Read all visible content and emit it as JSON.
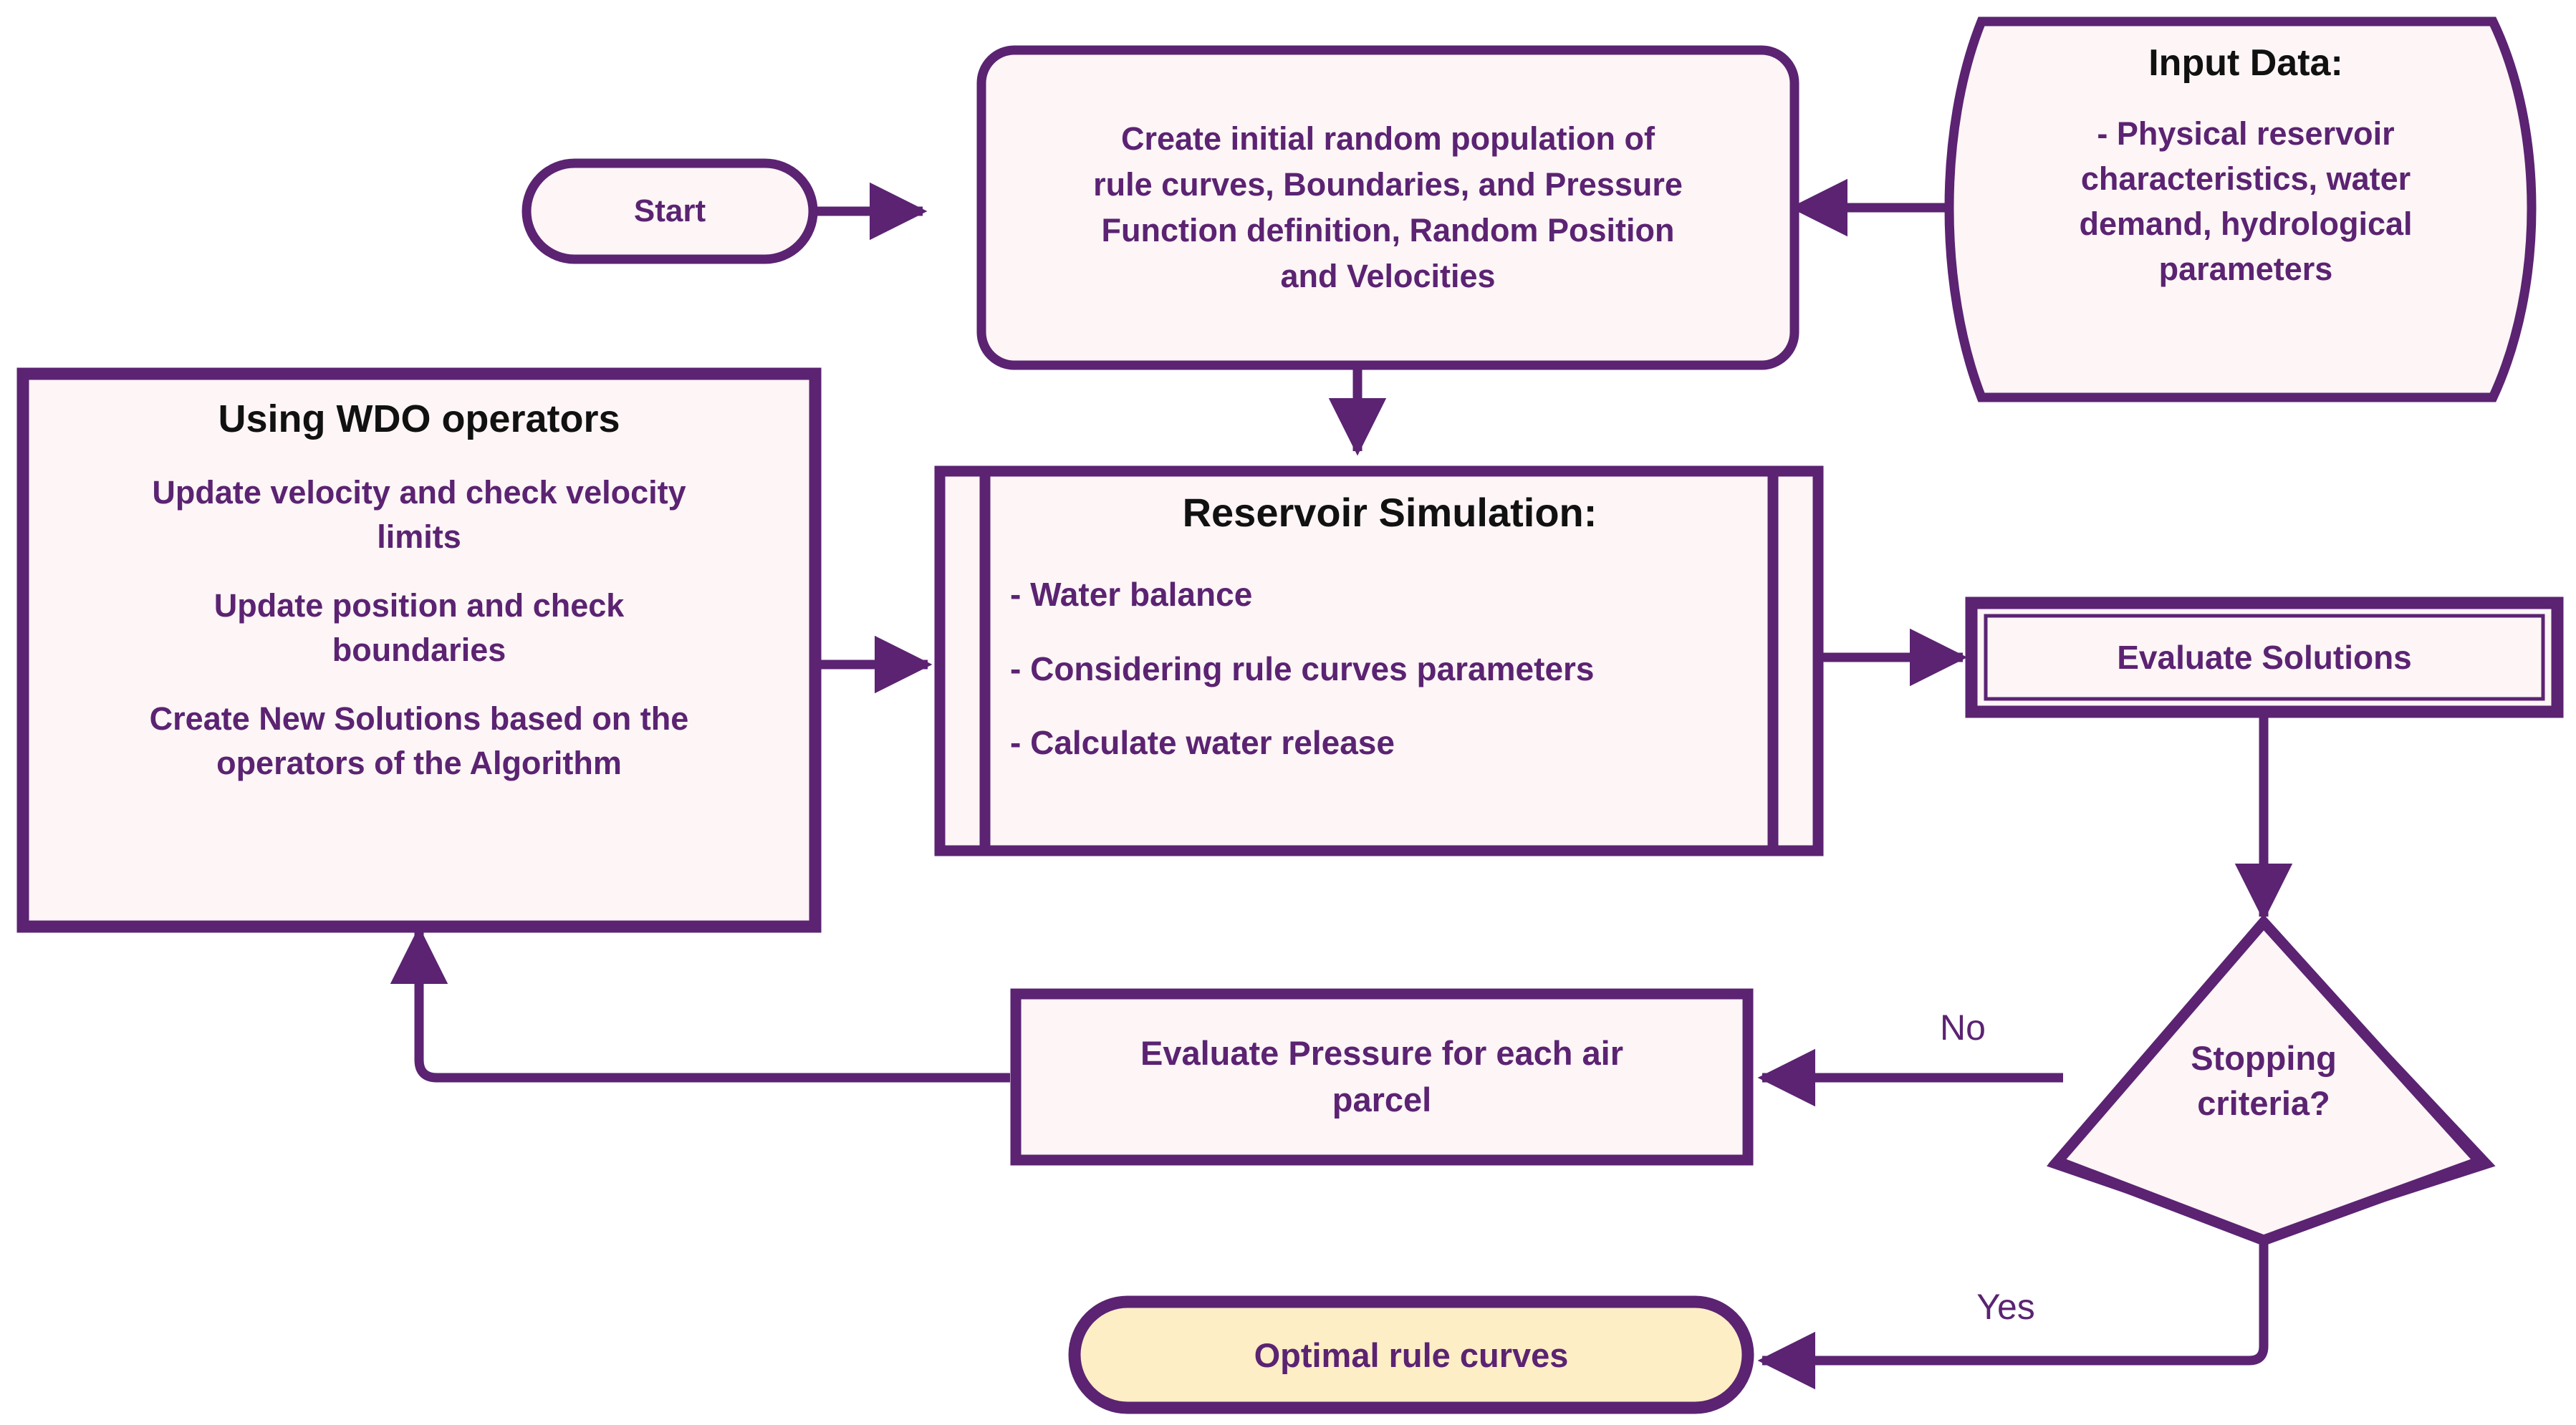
{
  "diagram": {
    "title": "WDO reservoir rule-curve optimization flowchart",
    "colors": {
      "stroke": "#5b2372",
      "fill_light": "#fdf5f6",
      "fill_accent": "#fdeec6",
      "title_text": "#111111",
      "body_text": "#5b2372",
      "background": "#ffffff"
    }
  },
  "nodes": {
    "start": {
      "label": "Start",
      "shape": "terminator"
    },
    "init": {
      "shape": "process-rounded",
      "lines": [
        "Create initial random population of",
        "rule curves, Boundaries, and Pressure",
        "Function definition, Random Position",
        "and Velocities"
      ]
    },
    "input_data": {
      "shape": "tape",
      "title": "Input Data:",
      "lines": [
        "- Physical reservoir",
        "characteristics, water",
        "demand, hydrological",
        "parameters"
      ]
    },
    "wdo": {
      "shape": "process",
      "title": "Using WDO operators",
      "paragraphs": [
        [
          "Update velocity and check velocity",
          "limits"
        ],
        [
          "Update position and check",
          "boundaries"
        ],
        [
          "Create New Solutions based on the",
          "operators of the Algorithm"
        ]
      ]
    },
    "reservoir": {
      "shape": "predefined-process",
      "title": "Reservoir Simulation:",
      "items": [
        "- Water balance",
        "- Considering rule curves parameters",
        "- Calculate water release"
      ]
    },
    "evaluate_solutions": {
      "label": "Evaluate Solutions",
      "shape": "process-double"
    },
    "stopping": {
      "label_lines": [
        "Stopping",
        "criteria?"
      ],
      "shape": "decision"
    },
    "evaluate_pressure": {
      "shape": "process",
      "lines": [
        "Evaluate Pressure for each air",
        "parcel"
      ]
    },
    "optimal": {
      "label": "Optimal rule curves",
      "shape": "terminator-accent"
    }
  },
  "edges": [
    {
      "name": "start-to-init",
      "from": "start",
      "to": "init",
      "label": ""
    },
    {
      "name": "input-to-init",
      "from": "input_data",
      "to": "init",
      "label": ""
    },
    {
      "name": "init-to-reservoir",
      "from": "init",
      "to": "reservoir",
      "label": ""
    },
    {
      "name": "wdo-to-reservoir",
      "from": "wdo",
      "to": "reservoir",
      "label": ""
    },
    {
      "name": "reservoir-to-evaluate",
      "from": "reservoir",
      "to": "evaluate_solutions",
      "label": ""
    },
    {
      "name": "evaluate-to-stopping",
      "from": "evaluate_solutions",
      "to": "stopping",
      "label": ""
    },
    {
      "name": "stopping-no",
      "from": "stopping",
      "to": "evaluate_pressure",
      "label": "No"
    },
    {
      "name": "stopping-yes",
      "from": "stopping",
      "to": "optimal",
      "label": "Yes"
    },
    {
      "name": "pressure-to-wdo",
      "from": "evaluate_pressure",
      "to": "wdo",
      "label": ""
    }
  ],
  "edge_labels": {
    "no": "No",
    "yes": "Yes"
  }
}
